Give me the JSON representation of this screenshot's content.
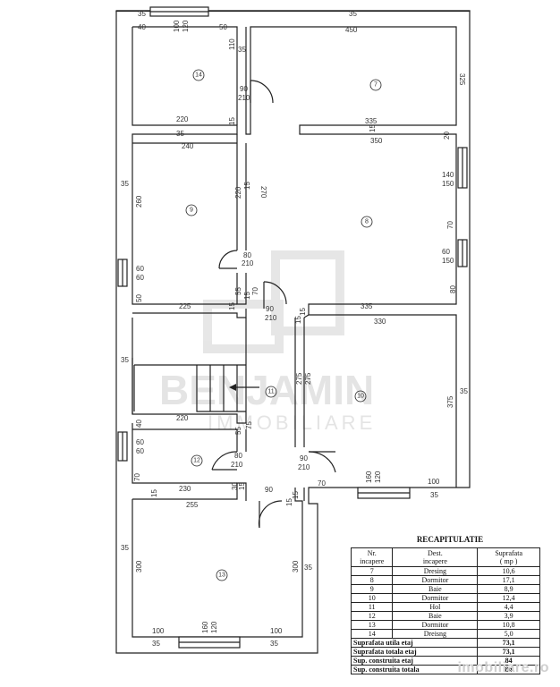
{
  "rooms": [
    {
      "id": "14",
      "label": "14"
    },
    {
      "id": "7",
      "label": "7"
    },
    {
      "id": "9",
      "label": "9"
    },
    {
      "id": "8",
      "label": "8"
    },
    {
      "id": "11",
      "label": "11"
    },
    {
      "id": "10",
      "label": "10"
    },
    {
      "id": "12",
      "label": "12"
    },
    {
      "id": "13",
      "label": "13"
    }
  ],
  "dimensions": {
    "top_left_35": "35",
    "top_40": "40",
    "top_100": "100",
    "top_120": "120",
    "top_50": "50",
    "top_35": "35",
    "top_110": "110",
    "top_35b": "35",
    "d450": "450",
    "d325": "325",
    "d90a": "90",
    "d210a": "210",
    "d220a": "220",
    "d15a": "15",
    "d35a": "35",
    "d335a": "335",
    "d15b": "15",
    "d350": "350",
    "d20": "20",
    "d240": "240",
    "d35left": "35",
    "d260": "260",
    "d220b": "220",
    "d15c": "15",
    "d270": "270",
    "d140": "140",
    "d150a": "150",
    "d70a": "70",
    "d60r": "60",
    "d150b": "150",
    "d80r": "80",
    "d80a": "80",
    "d210b": "210",
    "d60a": "60",
    "d60b": "60",
    "d50": "50",
    "d225": "225",
    "d55a": "55",
    "d15d": "15",
    "d70b": "70",
    "d15e": "15",
    "d90b": "90",
    "d210c": "210",
    "d335b": "335",
    "d15f": "15",
    "d330": "330",
    "d15g": "15",
    "d35mid": "35",
    "d275a": "275",
    "d275b": "275",
    "d35r": "35",
    "d375": "375",
    "d40": "40",
    "d220c": "220",
    "d55b": "55",
    "d75": "75",
    "d60c": "60",
    "d60d": "60",
    "d80b": "80",
    "d210d": "210",
    "d90c": "90",
    "d210e": "210",
    "d70c": "70",
    "d230": "230",
    "d30": "30",
    "d15h": "15",
    "d90d": "90",
    "d15i": "15",
    "d70d": "70",
    "d160a": "160",
    "d120a": "120",
    "d100a": "100",
    "d35b": "35",
    "d255": "255",
    "d15j": "15",
    "d15k": "15",
    "d35left2": "35",
    "d300a": "300",
    "d300b": "300",
    "d35c": "35",
    "d100b": "100",
    "d160b": "160",
    "d120b": "120",
    "d100c": "100",
    "d35d": "35",
    "d35e": "35"
  },
  "watermark": {
    "line1": "BENJAMIN",
    "line2": "IMMOBILIARE"
  },
  "recap": {
    "title": "RECAPITULATIE",
    "headers": [
      "Nr.\nincapere",
      "Dest.\nincapere",
      "Suprafata\n( mp )"
    ],
    "rows": [
      {
        "nr": "7",
        "dest": "Dresing",
        "area": "10,6"
      },
      {
        "nr": "8",
        "dest": "Dormitor",
        "area": "17,1"
      },
      {
        "nr": "9",
        "dest": "Baie",
        "area": "8,9"
      },
      {
        "nr": "10",
        "dest": "Dormitor",
        "area": "12,4"
      },
      {
        "nr": "11",
        "dest": "Hol",
        "area": "4,4"
      },
      {
        "nr": "12",
        "dest": "Baie",
        "area": "3,9"
      },
      {
        "nr": "13",
        "dest": "Dormitor",
        "area": "10,8"
      },
      {
        "nr": "14",
        "dest": "Dreisng",
        "area": "5,0"
      }
    ],
    "totals": [
      {
        "label": "Suprafata utila etaj",
        "value": "73,1"
      },
      {
        "label": "Suprafata totala etaj",
        "value": "73,1"
      },
      {
        "label": "Sup. construita etaj",
        "value": "84"
      },
      {
        "label": "Sup. construita totala",
        "value": "84"
      }
    ]
  },
  "brand": "imobiliare.ro"
}
